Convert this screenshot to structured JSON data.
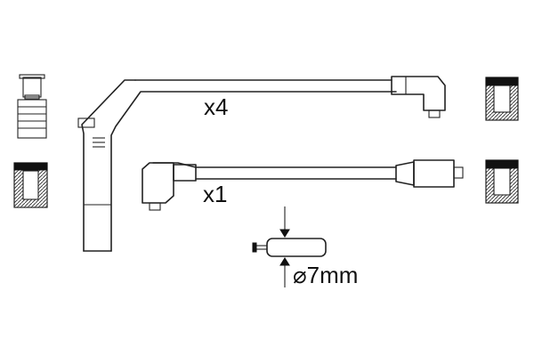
{
  "labels": {
    "qty_long": "x4",
    "qty_short": "x1",
    "diameter": "⌀7mm"
  },
  "colors": {
    "line": "#222222",
    "background": "#ffffff"
  },
  "icons": [
    "spark-plug-terminal-icon",
    "boot-end-icon",
    "cable-section-icon",
    "dimension-arrow-icon"
  ]
}
